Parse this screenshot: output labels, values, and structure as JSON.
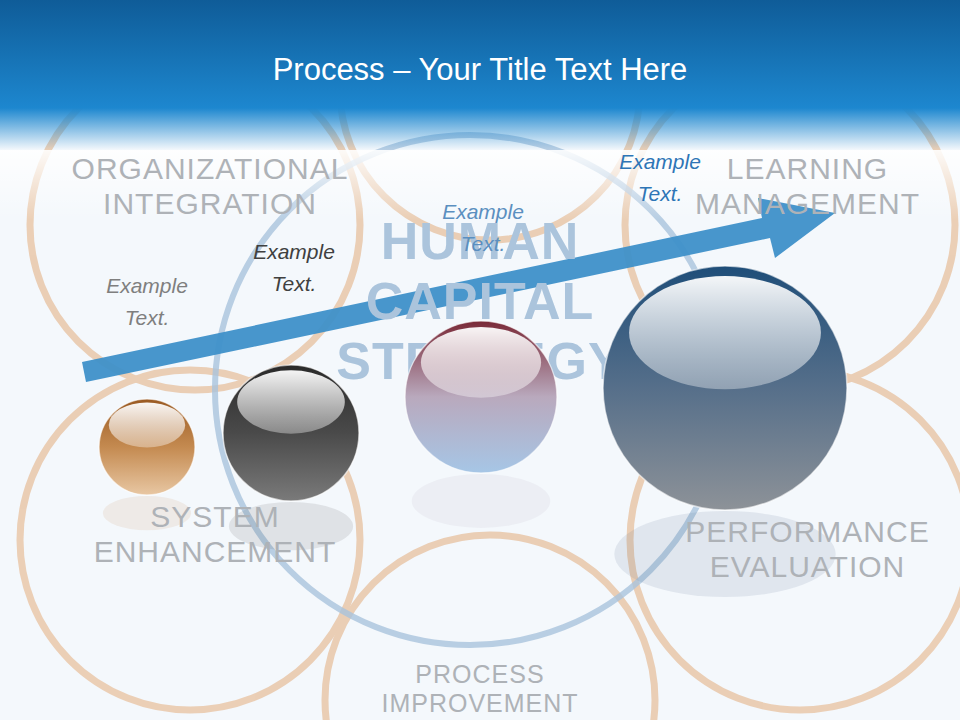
{
  "diagram": {
    "title": "Process – Your Title Text Here",
    "nodes": [
      {
        "text": [
          "Example Text."
        ]
      },
      {
        "text": [
          "Example Text."
        ]
      },
      {
        "text": [
          "Example Text."
        ]
      },
      {
        "text": [
          "Example Text."
        ]
      }
    ],
    "labels": [
      "ORGANIZATIONAL INTEGRATION",
      "LEARNING MANAGEMENT",
      "HUMAN CAPITAL STRATEGY",
      "SYSTEM ENHANCEMENT",
      "PERFORMANCE EVALUATION",
      "PROCESS IMPROVEMENT"
    ]
  }
}
